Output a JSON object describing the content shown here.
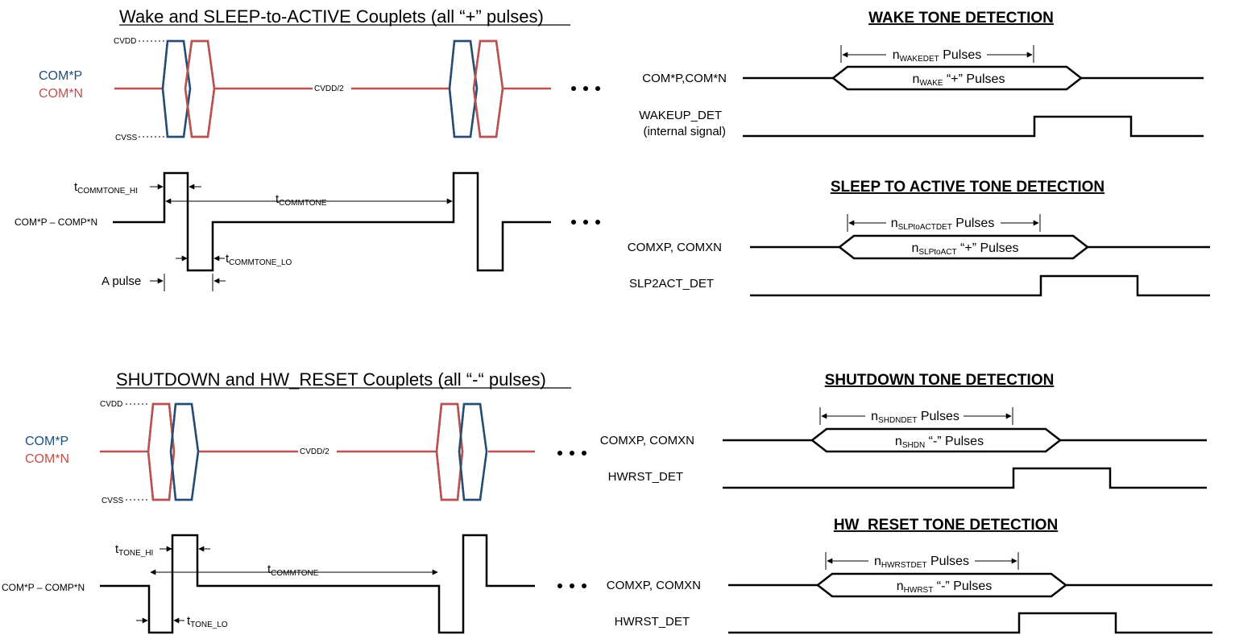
{
  "colors": {
    "p_signal": "#1f4e79",
    "n_signal": "#c0504d",
    "line": "#000000"
  },
  "top_left": {
    "title": "Wake and SLEEP-to-ACTIVE Couplets (all “+” pulses)",
    "cvdd": "CVDD",
    "cvss": "CVSS",
    "mid": "CVDD/2",
    "comp_label": "COM*P",
    "comn_label": "COM*N",
    "diff_label": "COM*P – COMP*N",
    "t_hi_main": "t",
    "t_hi_sub": "COMMTONE_HI",
    "t_comm_main": "t",
    "t_comm_sub": "COMMTONE",
    "t_lo_main": "t",
    "t_lo_sub": "COMMTONE_LO",
    "a_pulse": "A pulse"
  },
  "bottom_left": {
    "title": "SHUTDOWN and HW_RESET Couplets (all “-“ pulses)",
    "cvdd": "CVDD",
    "cvss": "CVSS",
    "mid": "CVDD/2",
    "comp_label": "COM*P",
    "comn_label": "COM*N",
    "diff_label": "COM*P – COMP*N",
    "t_hi_main": "t",
    "t_hi_sub": "TONE_HI",
    "t_comm_main": "t",
    "t_comm_sub": "COMMTONE",
    "t_lo_main": "t",
    "t_lo_sub": "TONE_LO"
  },
  "wake": {
    "title": "WAKE TONE DETECTION",
    "sig1": "COM*P,COM*N",
    "sig2_l1": "WAKEUP_DET",
    "sig2_l2": "(internal signal)",
    "det_main": "n",
    "det_sub": "WAKEDET",
    "det_tail": " Pulses",
    "box_main": "n",
    "box_sub": "WAKE",
    "box_tail": " “+” Pulses"
  },
  "slp": {
    "title": "SLEEP TO ACTIVE TONE DETECTION",
    "sig1": "COMXP, COMXN",
    "sig2": "SLP2ACT_DET",
    "det_main": "n",
    "det_sub": "SLPtoACTDET",
    "det_tail": " Pulses",
    "box_main": "n",
    "box_sub": "SLPtoACT",
    "box_tail": " “+” Pulses"
  },
  "shdn": {
    "title": "SHUTDOWN TONE DETECTION",
    "sig1": "COMXP, COMXN",
    "sig2": "HWRST_DET",
    "det_main": "n",
    "det_sub": "SHDNDET",
    "det_tail": " Pulses",
    "box_main": "n",
    "box_sub": "SHDN",
    "box_tail": " “-” Pulses"
  },
  "hwrst": {
    "title": "HW_RESET TONE DETECTION",
    "sig1": "COMXP, COMXN",
    "sig2": "HWRST_DET",
    "det_main": "n",
    "det_sub": "HWRSTDET",
    "det_tail": " Pulses",
    "box_main": "n",
    "box_sub": "HWRST",
    "box_tail": " “-” Pulses"
  }
}
